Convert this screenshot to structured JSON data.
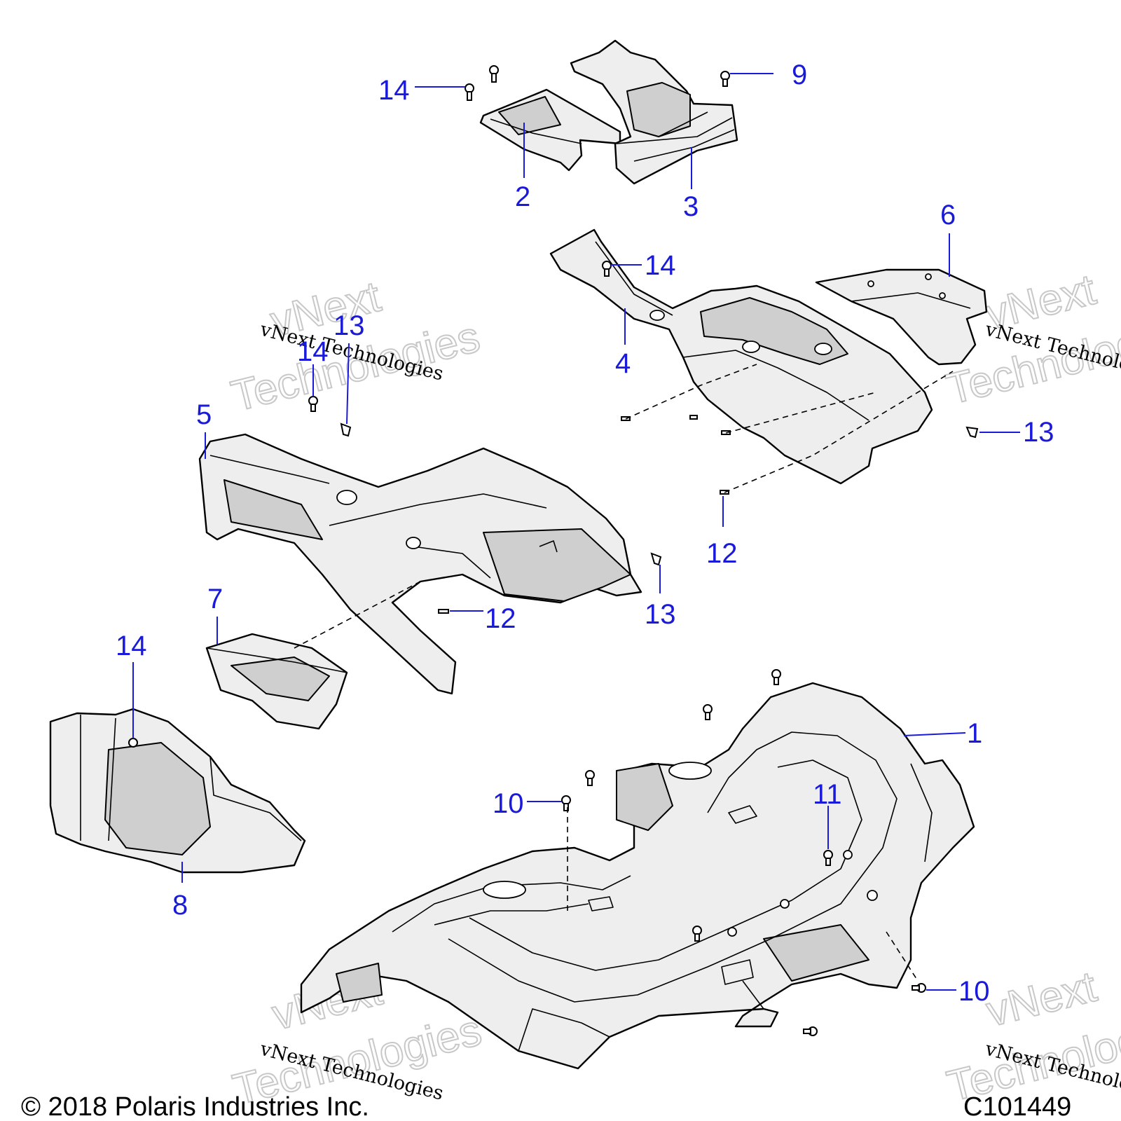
{
  "palette": {
    "callout": "#1a1adb",
    "line": "#000000",
    "panel_fill": "#eeeeee",
    "watermark": "#c8c8c8"
  },
  "callouts": [
    "1",
    "2",
    "3",
    "4",
    "5",
    "6",
    "7",
    "8",
    "9",
    "10",
    "11",
    "12",
    "13",
    "14"
  ],
  "watermark": {
    "line1": "vNext",
    "line2": "Technologies",
    "caption": "vNext Technologies"
  },
  "footer": {
    "copyright": "© 2018 Polaris Industries Inc.",
    "figure_id": "C101449"
  }
}
